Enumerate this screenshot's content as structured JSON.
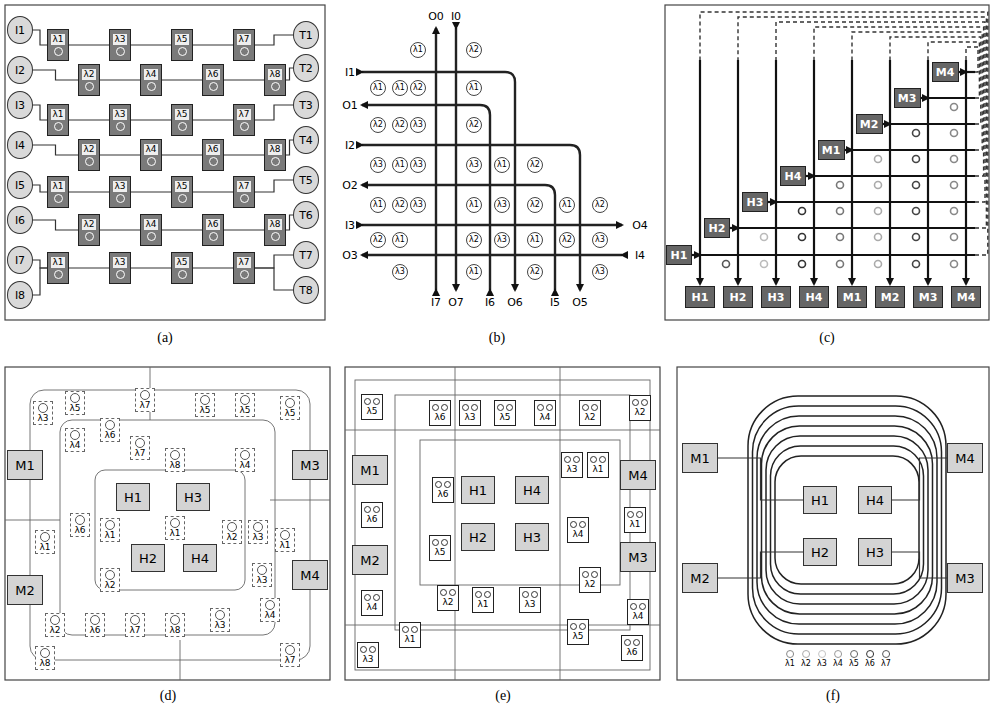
{
  "diagram": {
    "nodes": [
      {
        "text": [
          "I1"
        ]
      },
      {
        "text": [
          "I2"
        ]
      },
      {
        "text": [
          "I3"
        ]
      },
      {
        "text": [
          "I4"
        ]
      },
      {
        "text": [
          "I5"
        ]
      },
      {
        "text": [
          "I6"
        ]
      },
      {
        "text": [
          "I7"
        ]
      },
      {
        "text": [
          "I8"
        ]
      },
      {
        "text": [
          "λ1"
        ]
      },
      {
        "text": [
          "λ3"
        ]
      },
      {
        "text": [
          "λ5"
        ]
      },
      {
        "text": [
          "λ7"
        ]
      },
      {
        "text": [
          "λ2"
        ]
      },
      {
        "text": [
          "λ4"
        ]
      },
      {
        "text": [
          "λ6"
        ]
      },
      {
        "text": [
          "λ8"
        ]
      },
      {
        "text": [
          "λ1"
        ]
      },
      {
        "text": [
          "λ3"
        ]
      },
      {
        "text": [
          "λ5"
        ]
      },
      {
        "text": [
          "λ7"
        ]
      },
      {
        "text": [
          "λ2"
        ]
      },
      {
        "text": [
          "λ4"
        ]
      },
      {
        "text": [
          "λ6"
        ]
      },
      {
        "text": [
          "λ8"
        ]
      },
      {
        "text": [
          "λ1"
        ]
      },
      {
        "text": [
          "λ3"
        ]
      },
      {
        "text": [
          "λ5"
        ]
      },
      {
        "text": [
          "λ7"
        ]
      },
      {
        "text": [
          "λ2"
        ]
      },
      {
        "text": [
          "λ4"
        ]
      },
      {
        "text": [
          "λ6"
        ]
      },
      {
        "text": [
          "λ8"
        ]
      },
      {
        "text": [
          "λ1"
        ]
      },
      {
        "text": [
          "λ3"
        ]
      },
      {
        "text": [
          "λ5"
        ]
      },
      {
        "text": [
          "λ7"
        ]
      },
      {
        "text": [
          "T1"
        ]
      },
      {
        "text": [
          "T2"
        ]
      },
      {
        "text": [
          "T3"
        ]
      },
      {
        "text": [
          "T4"
        ]
      },
      {
        "text": [
          "T5"
        ]
      },
      {
        "text": [
          "T6"
        ]
      },
      {
        "text": [
          "T7"
        ]
      },
      {
        "text": [
          "T8"
        ]
      },
      {
        "text": [
          "λ1"
        ]
      },
      {
        "text": [
          "λ2"
        ]
      },
      {
        "text": [
          "λ1"
        ]
      },
      {
        "text": [
          "λ1"
        ]
      },
      {
        "text": [
          "λ2"
        ]
      },
      {
        "text": [
          "λ1"
        ]
      },
      {
        "text": [
          "λ2"
        ]
      },
      {
        "text": [
          "λ2"
        ]
      },
      {
        "text": [
          "λ3"
        ]
      },
      {
        "text": [
          "λ2"
        ]
      },
      {
        "text": [
          "λ3"
        ]
      },
      {
        "text": [
          "λ1"
        ]
      },
      {
        "text": [
          "λ3"
        ]
      },
      {
        "text": [
          "λ3"
        ]
      },
      {
        "text": [
          "λ1"
        ]
      },
      {
        "text": [
          "λ2"
        ]
      },
      {
        "text": [
          "λ1"
        ]
      },
      {
        "text": [
          "λ2"
        ]
      },
      {
        "text": [
          "λ3"
        ]
      },
      {
        "text": [
          "λ1"
        ]
      },
      {
        "text": [
          "λ3"
        ]
      },
      {
        "text": [
          "λ2"
        ]
      },
      {
        "text": [
          "λ1"
        ]
      },
      {
        "text": [
          "λ2"
        ]
      },
      {
        "text": [
          "λ2"
        ]
      },
      {
        "text": [
          "λ1"
        ]
      },
      {
        "text": [
          "λ2"
        ]
      },
      {
        "text": [
          "λ3"
        ]
      },
      {
        "text": [
          "λ1"
        ]
      },
      {
        "text": [
          "λ2"
        ]
      },
      {
        "text": [
          "λ3"
        ]
      },
      {
        "text": [
          "λ3"
        ]
      },
      {
        "text": [
          "λ1"
        ]
      },
      {
        "text": [
          "λ2"
        ]
      },
      {
        "text": [
          "λ3"
        ]
      },
      {
        "text": [
          "M4"
        ]
      },
      {
        "text": [
          "M3"
        ]
      },
      {
        "text": [
          "M2"
        ]
      },
      {
        "text": [
          "M1"
        ]
      },
      {
        "text": [
          "H4"
        ]
      },
      {
        "text": [
          "H3"
        ]
      },
      {
        "text": [
          "H2"
        ]
      },
      {
        "text": [
          "H1"
        ]
      },
      {
        "text": [
          "H1"
        ]
      },
      {
        "text": [
          "H2"
        ]
      },
      {
        "text": [
          "H3"
        ]
      },
      {
        "text": [
          "H4"
        ]
      },
      {
        "text": [
          "M1"
        ]
      },
      {
        "text": [
          "M2"
        ]
      },
      {
        "text": [
          "M3"
        ]
      },
      {
        "text": [
          "M4"
        ]
      },
      {
        "text": [
          "M1"
        ]
      },
      {
        "text": [
          "M3"
        ]
      },
      {
        "text": [
          "H1"
        ]
      },
      {
        "text": [
          "H3"
        ]
      },
      {
        "text": [
          "H2"
        ]
      },
      {
        "text": [
          "H4"
        ]
      },
      {
        "text": [
          "M4"
        ]
      },
      {
        "text": [
          "M2"
        ]
      },
      {
        "text": [
          "λ3"
        ]
      },
      {
        "text": [
          "λ5"
        ]
      },
      {
        "text": [
          "λ7"
        ]
      },
      {
        "text": [
          "λ5"
        ]
      },
      {
        "text": [
          "λ5"
        ]
      },
      {
        "text": [
          "λ5"
        ]
      },
      {
        "text": [
          "λ6"
        ]
      },
      {
        "text": [
          "λ4"
        ]
      },
      {
        "text": [
          "λ7"
        ]
      },
      {
        "text": [
          "λ8"
        ]
      },
      {
        "text": [
          "λ4"
        ]
      },
      {
        "text": [
          "λ6"
        ]
      },
      {
        "text": [
          "λ1"
        ]
      },
      {
        "text": [
          "λ1"
        ]
      },
      {
        "text": [
          "λ2"
        ]
      },
      {
        "text": [
          "λ3"
        ]
      },
      {
        "text": [
          "λ1"
        ]
      },
      {
        "text": [
          "λ1"
        ]
      },
      {
        "text": [
          "λ2"
        ]
      },
      {
        "text": [
          "λ3"
        ]
      },
      {
        "text": [
          "λ4"
        ]
      },
      {
        "text": [
          "λ2"
        ]
      },
      {
        "text": [
          "λ6"
        ]
      },
      {
        "text": [
          "λ7"
        ]
      },
      {
        "text": [
          "λ8"
        ]
      },
      {
        "text": [
          "λ3"
        ]
      },
      {
        "text": [
          "λ8"
        ]
      },
      {
        "text": [
          "λ7"
        ]
      },
      {
        "text": [
          "M1"
        ]
      },
      {
        "text": [
          "M4"
        ]
      },
      {
        "text": [
          "H1"
        ]
      },
      {
        "text": [
          "H4"
        ]
      },
      {
        "text": [
          "H2"
        ]
      },
      {
        "text": [
          "H3"
        ]
      },
      {
        "text": [
          "M3"
        ]
      },
      {
        "text": [
          "M2"
        ]
      },
      {
        "text": [
          "λ5"
        ]
      },
      {
        "text": [
          "λ6"
        ]
      },
      {
        "text": [
          "λ3"
        ]
      },
      {
        "text": [
          "λ5"
        ]
      },
      {
        "text": [
          "λ4"
        ]
      },
      {
        "text": [
          "λ2"
        ]
      },
      {
        "text": [
          "λ2"
        ]
      },
      {
        "text": [
          "λ3"
        ]
      },
      {
        "text": [
          "λ1"
        ]
      },
      {
        "text": [
          "λ6"
        ]
      },
      {
        "text": [
          "λ6"
        ]
      },
      {
        "text": [
          "λ1"
        ]
      },
      {
        "text": [
          "λ5"
        ]
      },
      {
        "text": [
          "λ4"
        ]
      },
      {
        "text": [
          "λ2"
        ]
      },
      {
        "text": [
          "λ4"
        ]
      },
      {
        "text": [
          "λ2"
        ]
      },
      {
        "text": [
          "λ1"
        ]
      },
      {
        "text": [
          "λ3"
        ]
      },
      {
        "text": [
          "λ4"
        ]
      },
      {
        "text": [
          "λ1"
        ]
      },
      {
        "text": [
          "λ3"
        ]
      },
      {
        "text": [
          "λ5"
        ]
      },
      {
        "text": [
          "λ6"
        ]
      },
      {
        "text": [
          "M1"
        ]
      },
      {
        "text": [
          "M4"
        ]
      },
      {
        "text": [
          "H1"
        ]
      },
      {
        "text": [
          "H4"
        ]
      },
      {
        "text": [
          "H2"
        ]
      },
      {
        "text": [
          "H3"
        ]
      },
      {
        "text": [
          "M2"
        ]
      },
      {
        "text": [
          "M3"
        ]
      }
    ],
    "edges": [
      {
        "from": 0,
        "to": 8,
        "arrow": "none"
      },
      {
        "from": 1,
        "to": 12,
        "arrow": "none"
      },
      {
        "from": 2,
        "to": 16,
        "arrow": "none"
      },
      {
        "from": 3,
        "to": 20,
        "arrow": "none"
      },
      {
        "from": 4,
        "to": 24,
        "arrow": "none"
      },
      {
        "from": 5,
        "to": 28,
        "arrow": "none"
      },
      {
        "from": 6,
        "to": 32,
        "arrow": "none"
      },
      {
        "from": 7,
        "to": 32,
        "arrow": "none"
      },
      {
        "from": 8,
        "to": 9,
        "arrow": "none"
      },
      {
        "from": 9,
        "to": 10,
        "arrow": "none"
      },
      {
        "from": 10,
        "to": 11,
        "arrow": "none"
      },
      {
        "from": 12,
        "to": 13,
        "arrow": "none"
      },
      {
        "from": 13,
        "to": 14,
        "arrow": "none"
      },
      {
        "from": 14,
        "to": 15,
        "arrow": "none"
      },
      {
        "from": 16,
        "to": 17,
        "arrow": "none"
      },
      {
        "from": 17,
        "to": 18,
        "arrow": "none"
      },
      {
        "from": 18,
        "to": 19,
        "arrow": "none"
      },
      {
        "from": 20,
        "to": 21,
        "arrow": "none"
      },
      {
        "from": 21,
        "to": 22,
        "arrow": "none"
      },
      {
        "from": 22,
        "to": 23,
        "arrow": "none"
      },
      {
        "from": 24,
        "to": 25,
        "arrow": "none"
      },
      {
        "from": 25,
        "to": 26,
        "arrow": "none"
      },
      {
        "from": 26,
        "to": 27,
        "arrow": "none"
      },
      {
        "from": 28,
        "to": 29,
        "arrow": "none"
      },
      {
        "from": 29,
        "to": 30,
        "arrow": "none"
      },
      {
        "from": 30,
        "to": 31,
        "arrow": "none"
      },
      {
        "from": 32,
        "to": 33,
        "arrow": "none"
      },
      {
        "from": 33,
        "to": 34,
        "arrow": "none"
      },
      {
        "from": 34,
        "to": 35,
        "arrow": "none"
      },
      {
        "from": 11,
        "to": 36,
        "arrow": "none"
      },
      {
        "from": 15,
        "to": 37,
        "arrow": "none"
      },
      {
        "from": 19,
        "to": 38,
        "arrow": "none"
      },
      {
        "from": 23,
        "to": 39,
        "arrow": "none"
      },
      {
        "from": 27,
        "to": 40,
        "arrow": "none"
      },
      {
        "from": 31,
        "to": 41,
        "arrow": "none"
      },
      {
        "from": 35,
        "to": 42,
        "arrow": "none"
      },
      {
        "from": 35,
        "to": 43,
        "arrow": "none"
      },
      {
        "from": 163,
        "to": 165,
        "arrow": "none"
      },
      {
        "from": 164,
        "to": 166,
        "arrow": "none"
      },
      {
        "from": 169,
        "to": 167,
        "arrow": "none"
      },
      {
        "from": 170,
        "to": 168,
        "arrow": "none"
      }
    ],
    "labels": [
      "O0",
      "I0",
      "I1",
      "O1",
      "I2",
      "O2",
      "I3",
      "O4",
      "O3",
      "I4",
      "I7",
      "O7",
      "I6",
      "O6",
      "I5",
      "O5",
      "(a)",
      "(b)",
      "(c)",
      "(d)",
      "(e)",
      "(f)"
    ],
    "legend": [
      {
        "text": "λ1"
      },
      {
        "text": "λ2"
      },
      {
        "text": "λ3"
      },
      {
        "text": "λ4"
      },
      {
        "text": "λ5"
      },
      {
        "text": "λ6"
      },
      {
        "text": "λ7"
      }
    ]
  }
}
